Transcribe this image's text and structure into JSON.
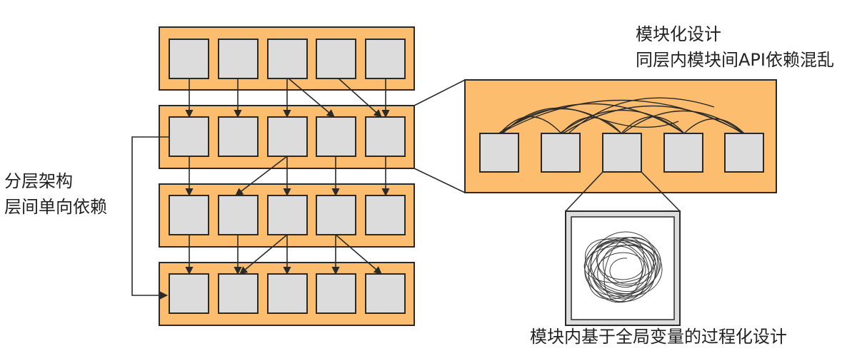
{
  "left_caption": {
    "line1": "分层架构",
    "line2": "层间单向依赖"
  },
  "right_caption": {
    "line1": "模块化设计",
    "line2": "同层内模块间API依赖混乱"
  },
  "bottom_caption": "模块内基于全局变量的过程化设计",
  "layers": [
    {
      "name": "layer-1",
      "module_count": 5
    },
    {
      "name": "layer-2",
      "module_count": 5
    },
    {
      "name": "layer-3",
      "module_count": 5
    },
    {
      "name": "layer-4",
      "module_count": 5
    }
  ],
  "colors": {
    "layer_fill": "#fcbe6e",
    "layer_stroke": "#2a2a2a",
    "module_fill": "#dcdcdc",
    "module_stroke": "#2a2a2a",
    "arrow": "#2a2a2a",
    "tangle": "#2a2a2a"
  }
}
